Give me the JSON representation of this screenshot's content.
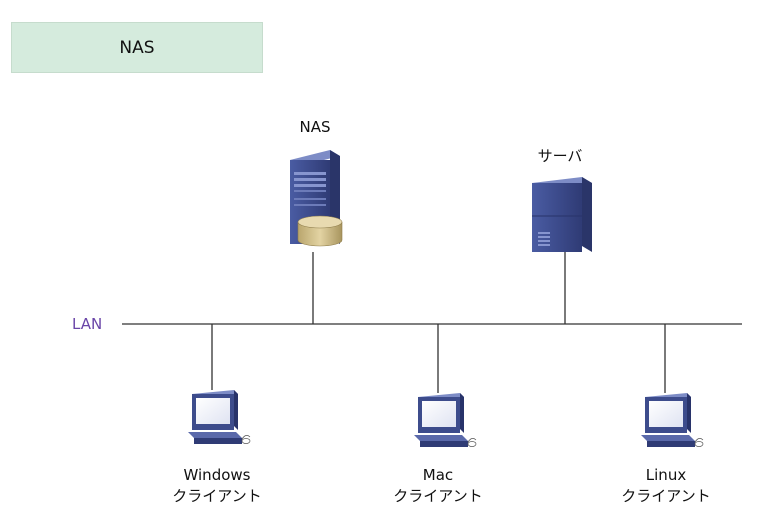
{
  "title": "NAS",
  "lan_label": "LAN",
  "nodes": {
    "nas": {
      "label": "NAS"
    },
    "server": {
      "label": "サーバ"
    },
    "windows_client": {
      "line1": "Windows",
      "line2": "クライアント"
    },
    "mac_client": {
      "line1": "Mac",
      "line2": "クライアント"
    },
    "linux_client": {
      "line1": "Linux",
      "line2": "クライアント"
    }
  },
  "colors": {
    "title_bg": "#d5ebdd",
    "lan_label": "#6a45a8",
    "device_blue": "#3d4c8c",
    "disk": "#c9b681",
    "line": "#333333"
  },
  "icons": {
    "nas": "nas-server-icon",
    "server": "server-tower-icon",
    "client": "desktop-computer-icon"
  }
}
